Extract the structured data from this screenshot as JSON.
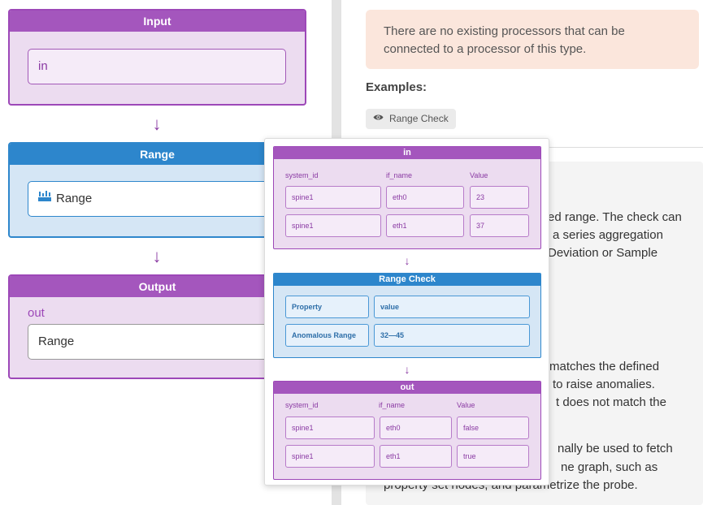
{
  "pipeline": {
    "input_node": {
      "title": "Input",
      "field": "in"
    },
    "range_node": {
      "title": "Range",
      "field": "Range"
    },
    "output_node": {
      "title": "Output",
      "label": "out",
      "field": "Range"
    }
  },
  "panel": {
    "notice": [
      "There are no existing processors that can be",
      "connected to a processor of this type."
    ],
    "examples_label": "Examples:",
    "example_chip": "Range Check",
    "description_lines": [
      "ed range. The check can",
      "a series aggregation",
      "Deviation or Sample",
      "matches the defined",
      "to raise anomalies.",
      "t does not match the",
      "nally be used to fetch",
      "ne graph, such as",
      "property set nodes, and parametrize the probe."
    ]
  },
  "popover": {
    "in_table": {
      "title": "in",
      "columns": [
        "system_id",
        "if_name",
        "Value"
      ],
      "rows": [
        [
          "spine1",
          "eth0",
          "23"
        ],
        [
          "spine1",
          "eth1",
          "37"
        ]
      ]
    },
    "range_check": {
      "title": "Range Check",
      "rows": [
        {
          "label": "Property",
          "value": "value"
        },
        {
          "label": "Anomalous Range",
          "value": "32—45"
        }
      ]
    },
    "out_table": {
      "title": "out",
      "columns": [
        "system_id",
        "if_name",
        "Value"
      ],
      "rows": [
        [
          "spine1",
          "eth0",
          "false"
        ],
        [
          "spine1",
          "eth1",
          "true"
        ]
      ]
    }
  },
  "colors": {
    "purple_header": "#a456bd",
    "purple_bg": "#ecdcf0",
    "blue_header": "#2d86cc",
    "blue_bg": "#d5e6f5",
    "notice_bg": "#fbe6dc"
  },
  "icons": {
    "range_icon": "range-bars-icon",
    "arrow_icon": "arrow-down-icon",
    "eye_icon": "eye-icon"
  }
}
